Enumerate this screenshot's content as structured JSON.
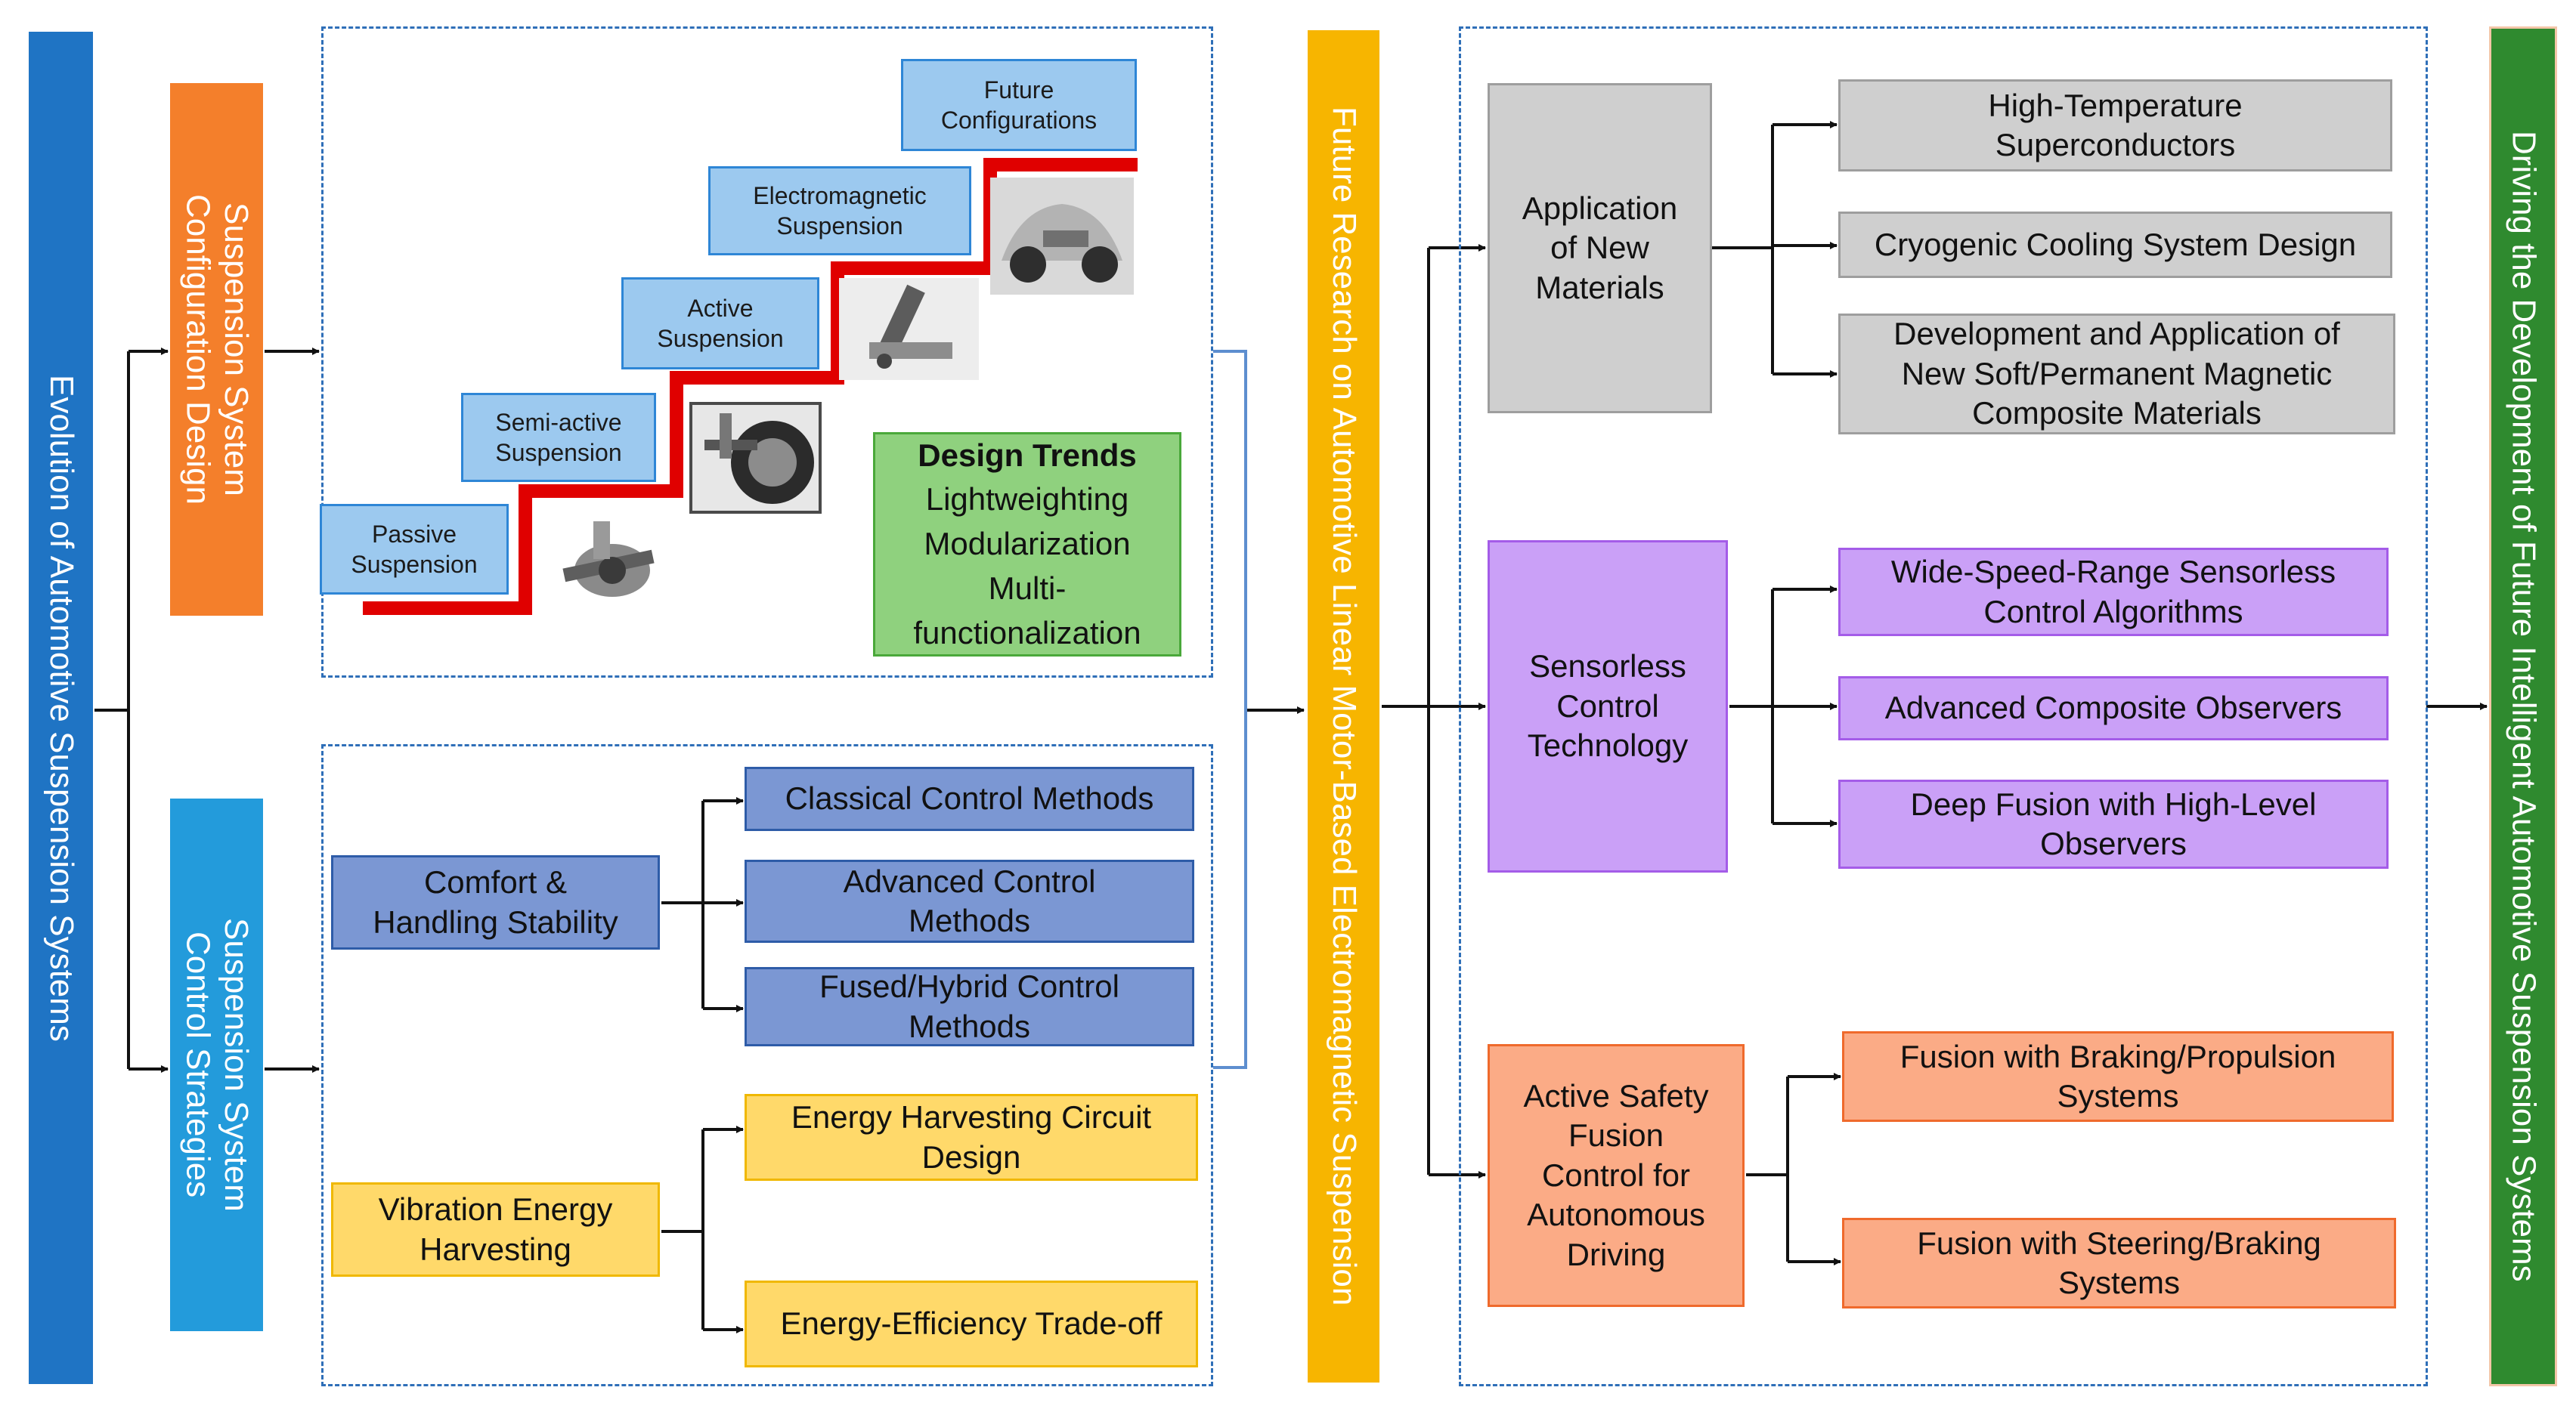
{
  "left_bar": {
    "label": "Evolution of Automotive Suspension Systems",
    "color": "#1f74c4"
  },
  "config_bar": {
    "label": "Suspension System\nConfiguration Design",
    "color": "#f47f2b"
  },
  "control_bar": {
    "label": "Suspension System\nControl Strategies",
    "color": "#239bdb"
  },
  "steps": {
    "passive": "Passive\nSuspension",
    "semi_active": "Semi-active\nSuspension",
    "active": "Active\nSuspension",
    "electromagnetic": "Electromagnetic\nSuspension",
    "future": "Future\nConfigurations"
  },
  "design_trends": {
    "title": "Design Trends",
    "items": [
      "Lightweighting",
      "Modularization",
      "Multi-",
      "functionalization"
    ]
  },
  "control": {
    "comfort": "Comfort &\nHandling Stability",
    "classical": "Classical Control Methods",
    "advanced": "Advanced Control\nMethods",
    "fused": "Fused/Hybrid Control\nMethods",
    "vibration": "Vibration Energy\nHarvesting",
    "circuit": "Energy Harvesting Circuit\nDesign",
    "tradeoff": "Energy-Efficiency Trade-off"
  },
  "center_bar": {
    "label": "Future Research on Automotive Linear Motor-Based Electromagnetic Suspension",
    "color": "#f7b500"
  },
  "materials": {
    "main": "Application\nof New\nMaterials",
    "sub1": "High-Temperature\nSuperconductors",
    "sub2": "Cryogenic Cooling System Design",
    "sub3": "Development and Application of\nNew Soft/Permanent Magnetic\nComposite Materials"
  },
  "sensorless": {
    "main": "Sensorless\nControl\nTechnology",
    "sub1": "Wide-Speed-Range Sensorless\nControl Algorithms",
    "sub2": "Advanced Composite Observers",
    "sub3": "Deep Fusion with High-Level\nObservers"
  },
  "safety": {
    "main": "Active Safety\nFusion\nControl for\nAutonomous\nDriving",
    "sub1": "Fusion with Braking/Propulsion\nSystems",
    "sub2": "Fusion with Steering/Braking\nSystems"
  },
  "right_bar": {
    "label": "Driving the Development of Future Intelligent Automotive Suspension Systems",
    "color": "#2f8a2f"
  },
  "icons": [
    "suspension-photo",
    "wheel-hub-photo",
    "shock-absorber-photo",
    "car-chassis-photo"
  ]
}
